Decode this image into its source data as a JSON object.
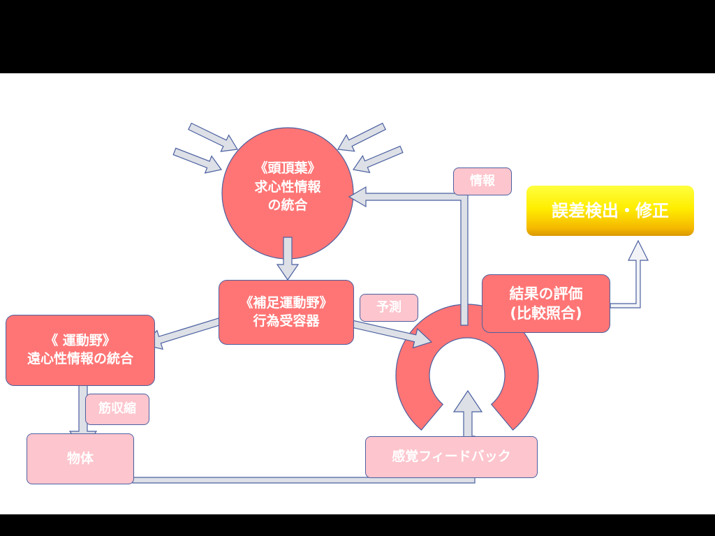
{
  "colors": {
    "primary": "#ff7575",
    "secondary": "#fdc5cd",
    "highlight": "#ffee00",
    "arrow_fill": "#dde0e6",
    "arrow_stroke": "#4a5fa0"
  },
  "nodes": {
    "parietal": {
      "line1": "《頭頂葉》",
      "line2": "求心性情報",
      "line3": "の統合"
    },
    "sma": {
      "line1": "《補足運動野》",
      "line2": "行為受容器"
    },
    "motor": {
      "line1": "《 運動野》",
      "line2": "遠心性情報の統合"
    },
    "object": {
      "label": "物体"
    },
    "evaluation": {
      "line1": "結果の評価",
      "line2": "(比較照合)"
    },
    "error": {
      "label": "誤差検出・修正"
    },
    "feedback": {
      "label": "感覚フィードバック"
    }
  },
  "labels": {
    "muscle": "筋収縮",
    "prediction": "予測",
    "information": "情報"
  }
}
